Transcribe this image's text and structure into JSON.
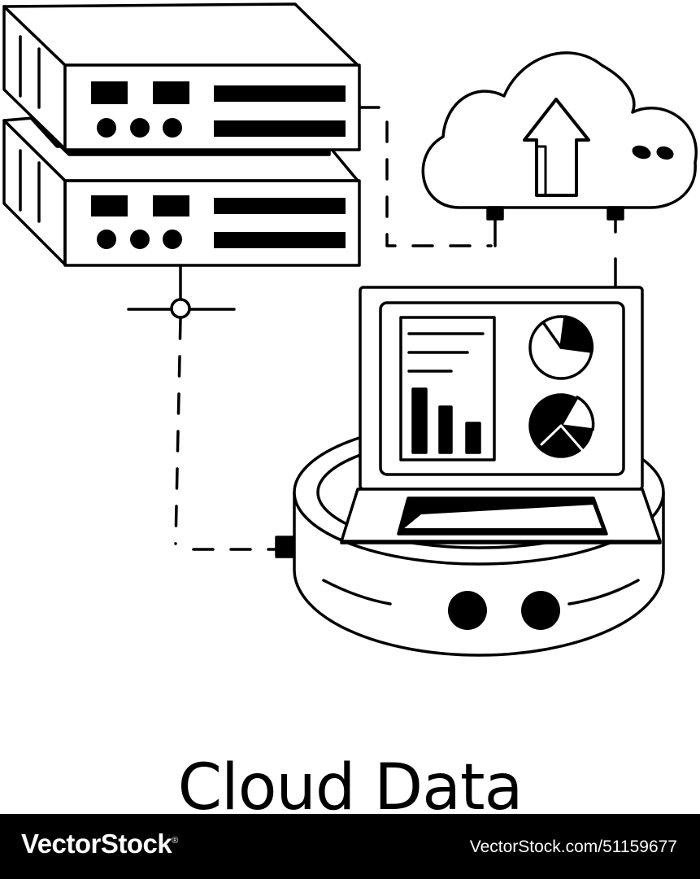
{
  "caption": "Cloud Data",
  "footer": {
    "brand": "VectorStock",
    "brand_registered": "®",
    "url": "VectorStock.com/51159677"
  },
  "icons": [
    "server-rack-icon",
    "cloud-upload-icon",
    "laptop-icon",
    "pie-chart-icon",
    "bar-chart-icon",
    "network-node-icon",
    "disk-platform-icon"
  ],
  "colors": {
    "ink": "#000000",
    "background": "#ffffff",
    "footer_bg": "#000000",
    "footer_text": "#ffffff"
  }
}
